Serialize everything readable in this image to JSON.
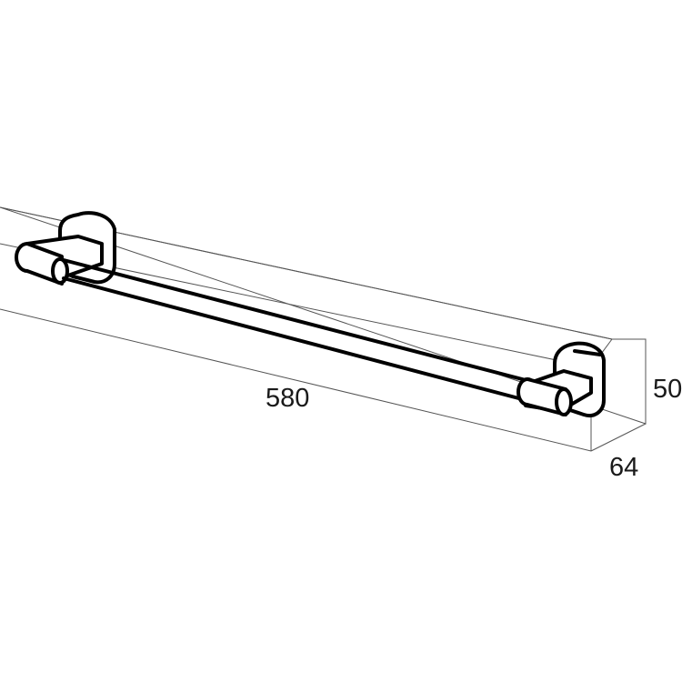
{
  "product": "towel-bar",
  "dimensions": {
    "length": "580",
    "height": "50",
    "depth": "64"
  },
  "colors": {
    "line": "#000000",
    "box": "#555555",
    "text": "#1a1a1a",
    "background": "#ffffff"
  }
}
